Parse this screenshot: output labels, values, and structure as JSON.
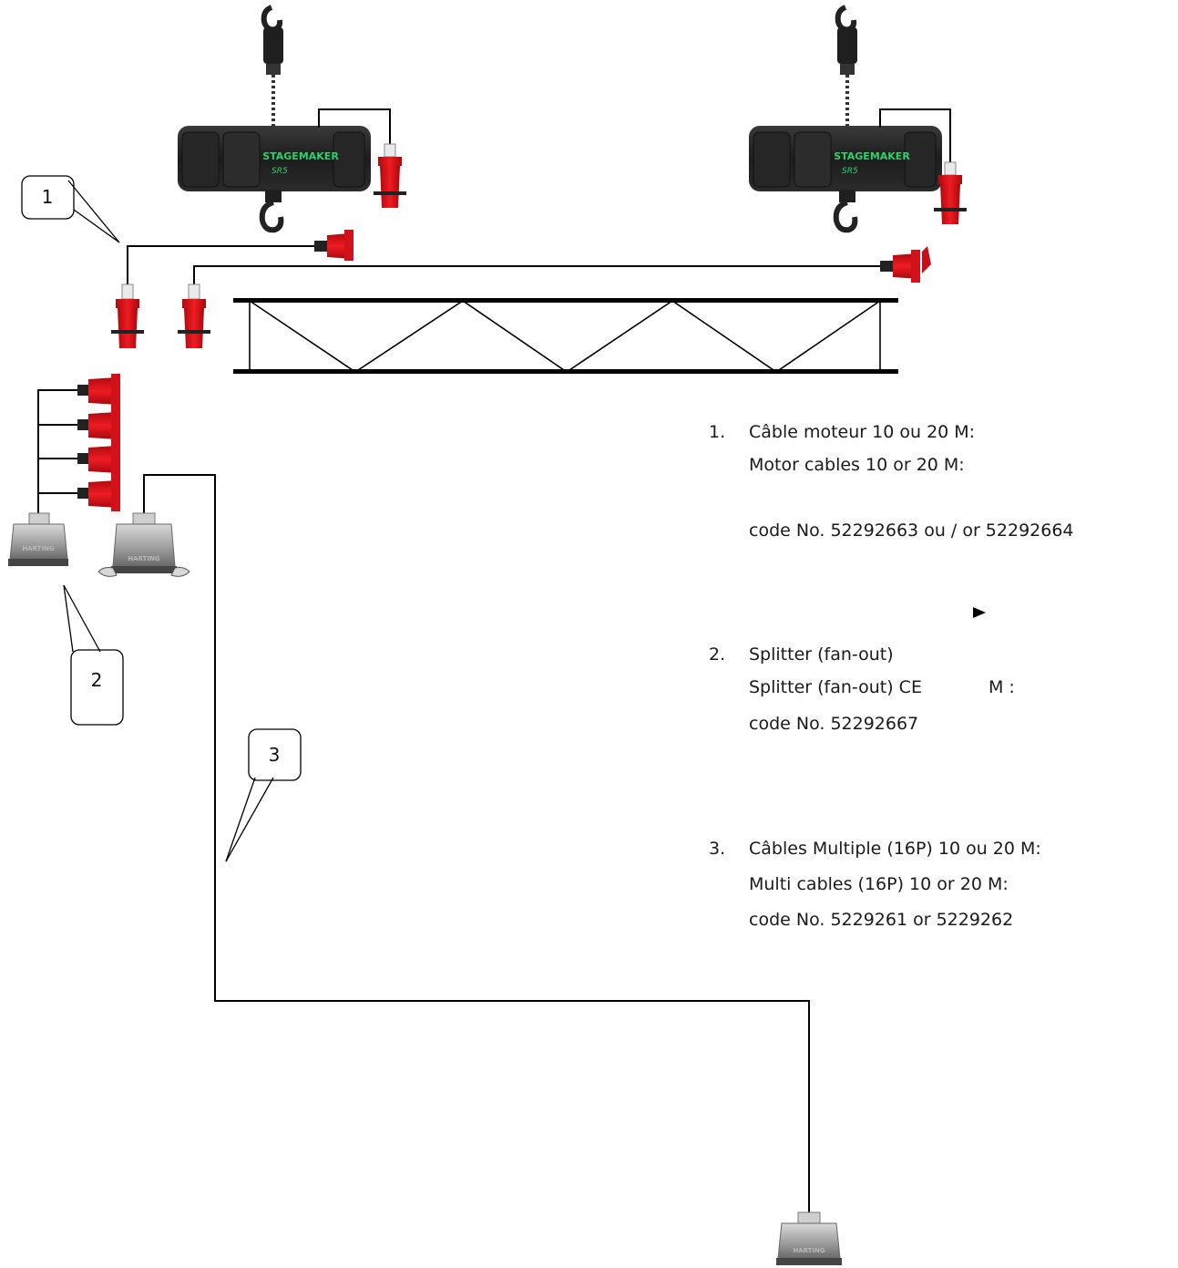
{
  "brand": {
    "hoist_brand": "STAGEMAKER",
    "hoist_model": "SR5",
    "connector_brand": "HARTING",
    "text_green": "#2fd06a",
    "plug_red": "#e0141a"
  },
  "callouts": [
    "1",
    "2",
    "3"
  ],
  "legend": [
    {
      "num": "1.",
      "lines": [
        "Câble moteur 10 ou 20 M:",
        "Motor cables 10 or 20 M:",
        "",
        "code No. 52292663 ou / or  52292664"
      ]
    },
    {
      "num": "2.",
      "lines": [
        "Splitter (fan-out)",
        "Splitter (fan-out) CE",
        "M :",
        "code No. 52292667"
      ]
    },
    {
      "num": "3.",
      "lines": [
        "Câbles Multiple (16P) 10 ou 20 M:",
        "Multi cables (16P) 10 or 20 M:",
        "code No. 5229261 or  5229262"
      ]
    }
  ],
  "icons": [
    "hook-icon",
    "hoist-motor-icon",
    "cee-plug-icon",
    "harting-connector-icon",
    "arrow-right-icon"
  ]
}
